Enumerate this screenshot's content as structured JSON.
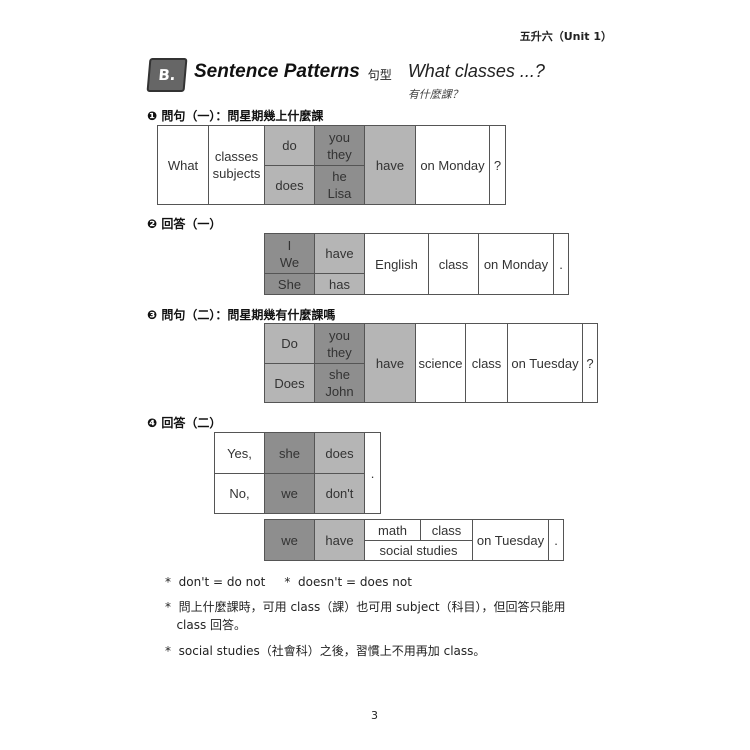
{
  "header": {
    "unit": "五升六（Unit 1）"
  },
  "title": {
    "badge": "B.",
    "main": "Sentence Patterns",
    "zh": "句型",
    "topic": "What classes ...?",
    "topic_zh": "有什麼課？"
  },
  "sections": [
    {
      "heading": "❶ 問句（一）：問星期幾上什麼課"
    },
    {
      "heading": "❷ 回答（一）"
    },
    {
      "heading": "❸ 問句（二）：問星期幾有什麼課嗎"
    },
    {
      "heading": "❹ 回答（二）"
    }
  ],
  "t1": {
    "what": "What",
    "classes": "classes\nsubjects",
    "do": "do",
    "does": "does",
    "you": "you\nthey",
    "he": "he\nLisa",
    "have": "have",
    "day": "on Monday",
    "q": "?"
  },
  "t2": {
    "iwe": "I\nWe",
    "she": "She",
    "have": "have",
    "has": "has",
    "subj": "English",
    "class": "class",
    "day": "on Monday",
    "p": "."
  },
  "t3": {
    "do": "Do",
    "does": "Does",
    "you": "you\nthey",
    "she": "she\nJohn",
    "have": "have",
    "subj": "science",
    "class": "class",
    "day": "on Tuesday",
    "q": "?"
  },
  "t4": {
    "yes": "Yes,",
    "no": "No,",
    "she": "she",
    "we": "we",
    "does": "does",
    "dont": "don't",
    "p": "."
  },
  "t5": {
    "we": "we",
    "have": "have",
    "math": "math",
    "class": "class",
    "social": "social studies",
    "day": "on Tuesday",
    "p": "."
  },
  "notes": [
    "*  don't = do not     *  doesn't = does not",
    "*  問上什麼課時，可用 class（課）也可用 subject（科目），但回答只能用\n   class 回答。",
    "*  social studies（社會科）之後，習慣上不用再加 class。"
  ],
  "page": "3"
}
